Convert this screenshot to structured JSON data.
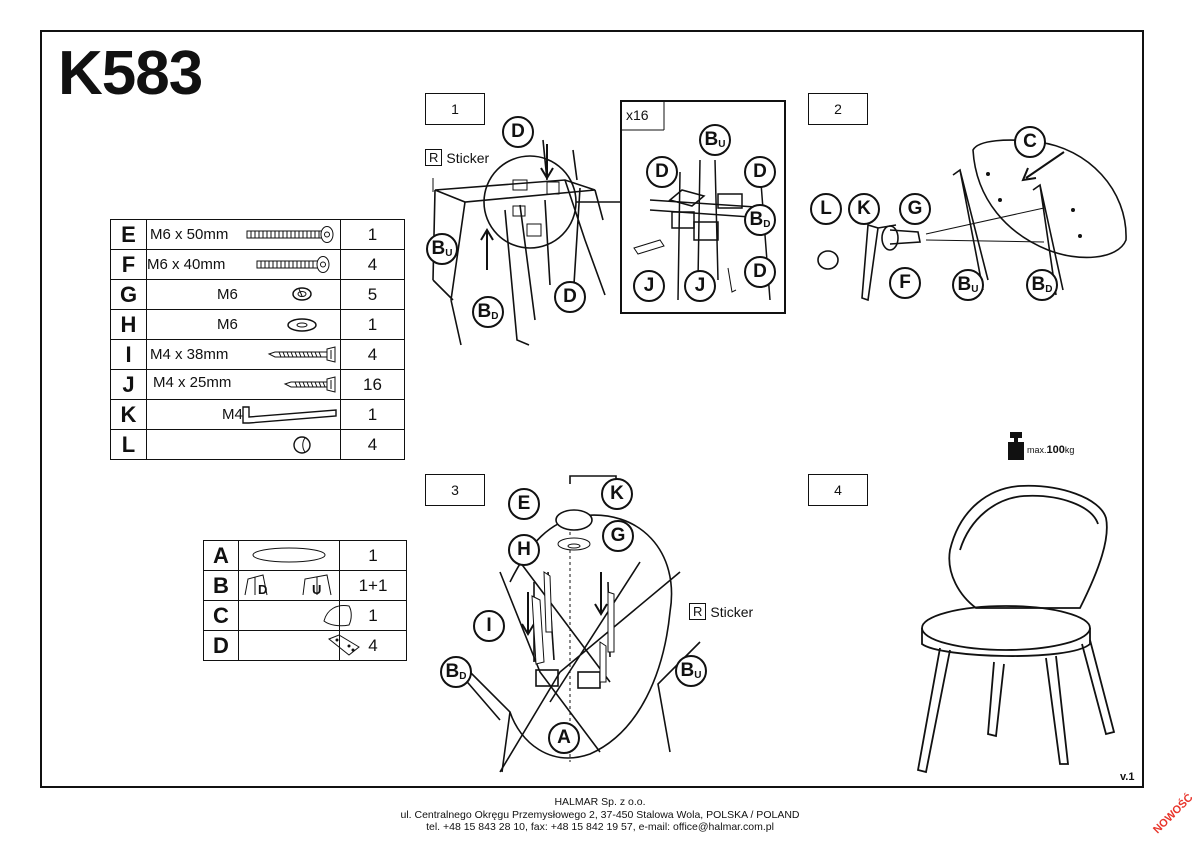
{
  "model": "K583",
  "version": "v.1",
  "steps": [
    "1",
    "2",
    "3",
    "4"
  ],
  "multiplier": "x16",
  "sticker": {
    "letter": "R",
    "label": "Sticker"
  },
  "max_load": {
    "prefix": "max.",
    "value": "100",
    "unit": "kg"
  },
  "hardware": [
    {
      "letter": "E",
      "size": "M6 x 50mm",
      "qty": "1",
      "icon": "bolt-long"
    },
    {
      "letter": "F",
      "size": "M6 x 40mm",
      "qty": "4",
      "icon": "bolt"
    },
    {
      "letter": "G",
      "size": "M6",
      "qty": "5",
      "icon": "spring-washer"
    },
    {
      "letter": "H",
      "size": "M6",
      "qty": "1",
      "icon": "flat-washer"
    },
    {
      "letter": "I",
      "size": "M4 x 38mm",
      "qty": "4",
      "icon": "wood-screw"
    },
    {
      "letter": "J",
      "size": "M4 x 25mm",
      "qty": "16",
      "icon": "wood-screw-short"
    },
    {
      "letter": "K",
      "size": "M4",
      "qty": "1",
      "icon": "allen-key"
    },
    {
      "letter": "L",
      "size": "",
      "qty": "4",
      "icon": "foot-glide"
    }
  ],
  "components": [
    {
      "letter": "A",
      "qty": "1",
      "icon": "seat-cushion"
    },
    {
      "letter": "B",
      "qty": "1+1",
      "icon": "leg-frames",
      "sub_labels": [
        "D",
        "U"
      ]
    },
    {
      "letter": "C",
      "qty": "1",
      "icon": "backrest"
    },
    {
      "letter": "D",
      "qty": "4",
      "icon": "corner-bracket"
    }
  ],
  "callouts": {
    "D": "D",
    "B": "B",
    "U": "U",
    "C": "C",
    "E": "E",
    "F": "F",
    "G": "G",
    "H": "H",
    "I": "I",
    "J": "J",
    "K": "K",
    "L": "L",
    "A": "A"
  },
  "footer": {
    "company": "HALMAR Sp. z o.o.",
    "address": "ul. Centralnego Okręgu Przemysłowego 2, 37-450 Stalowa Wola, POLSKA / POLAND",
    "contact": "tel. +48 15 843 28 10, fax: +48 15 842 19 57, e-mail: office@halmar.com.pl"
  },
  "stamp": "NOWOŚĆ"
}
